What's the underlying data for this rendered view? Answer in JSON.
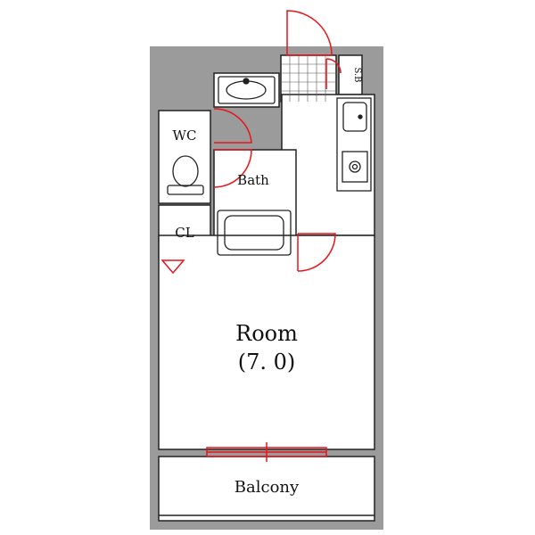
{
  "labels": {
    "wc": "WC",
    "bath": "Bath",
    "cl": "CL",
    "sb": "S.B",
    "room": "Room",
    "room_size": "(7. 0)",
    "balcony": "Balcony"
  },
  "colors": {
    "wall": "#9b9b9b",
    "line": "#222222",
    "door": "#e8141a",
    "floor": "#ffffff"
  }
}
